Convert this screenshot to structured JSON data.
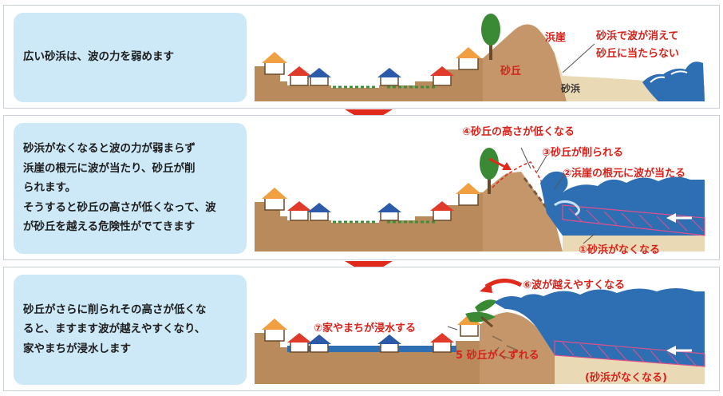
{
  "panels": [
    {
      "text": [
        "広い砂浜は、波の力を弱めます"
      ],
      "labels": {
        "cliff": "浜崖",
        "dune": "砂丘",
        "beach": "砂浜",
        "note_line1": "砂浜で波が消えて",
        "note_line2": "砂丘に当たらない"
      }
    },
    {
      "text": [
        "砂浜がなくなると波の力が弱まらず",
        "浜崖の根元に波が当たり、砂丘が削",
        "られます。",
        "そうすると砂丘の高さが低くなって、波",
        "が砂丘を越える危険性がでてきます"
      ],
      "labels": {
        "step4": "④砂丘の高さが低くなる",
        "step3": "③砂丘が削られる",
        "step2": "②浜崖の根元に波が当たる",
        "step1": "①砂浜がなくなる"
      }
    },
    {
      "text": [
        "砂丘がさらに削られその高さが低くな",
        "ると、ますます波が越えやすくなり、",
        "家やまちが浸水します"
      ],
      "labels": {
        "step6": "⑥波が越えやすくなる",
        "step7": "⑦家やまちが浸水する",
        "step5": "5 砂丘がくずれる",
        "beach_gone": "(砂浜がなくなる)"
      }
    }
  ],
  "colors": {
    "panel_text_bg": "#cde9f8",
    "ground": "#b98a5c",
    "dune": "#c4966a",
    "sand": "#ead9b5",
    "sea": "#2e6fb4",
    "arrow": "#e02a1c",
    "label_red": "#d6221b"
  }
}
